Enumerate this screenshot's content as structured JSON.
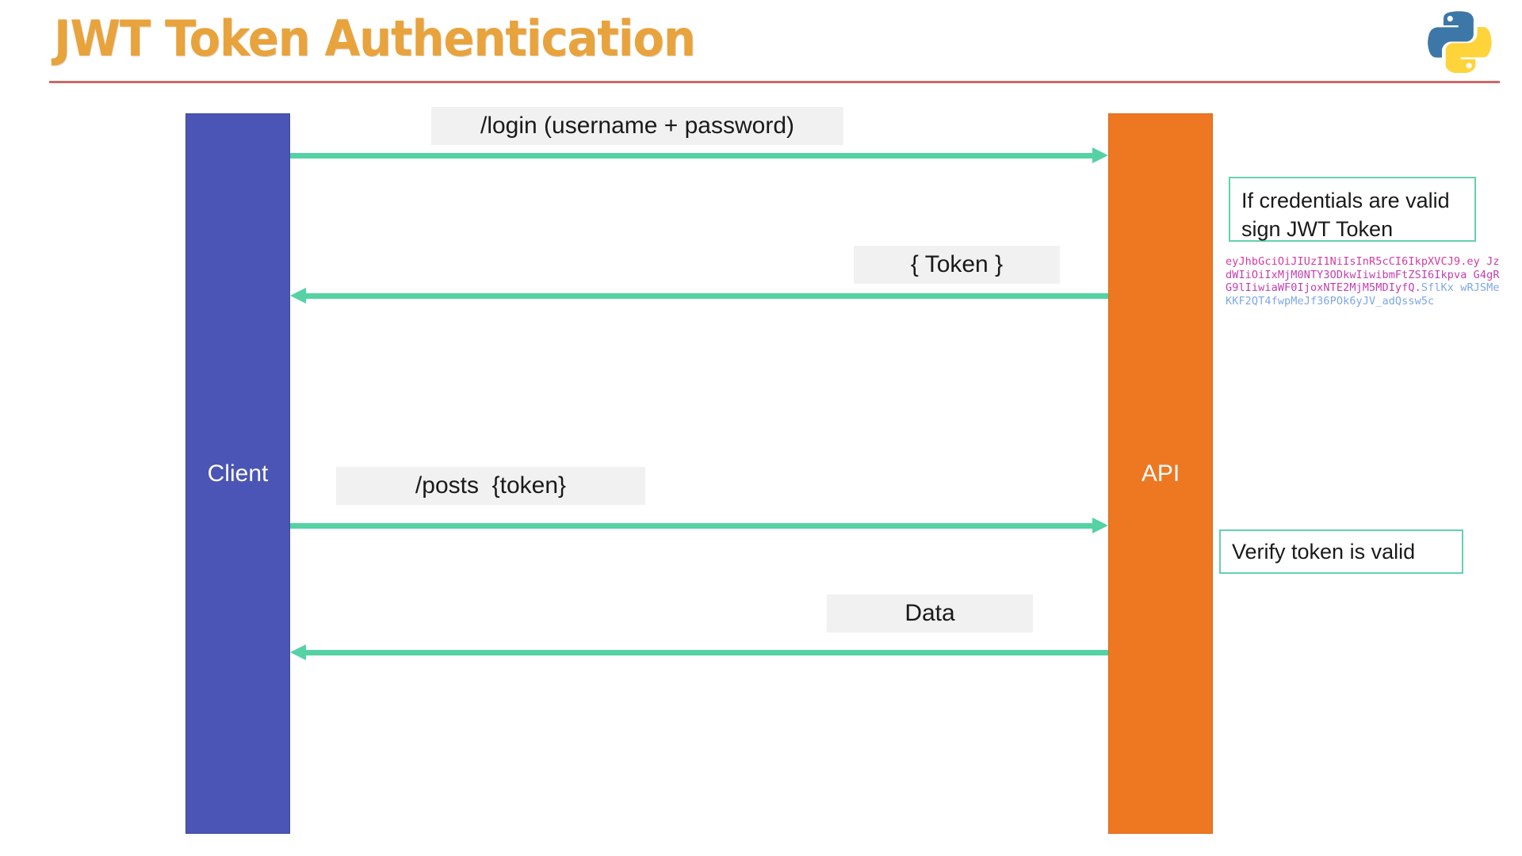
{
  "header": {
    "title": "JWT Token Authentication",
    "logo_icon": "python-logo-icon",
    "title_color": "#E8A33D",
    "rule_color": "#C0504D"
  },
  "diagram": {
    "type": "sequence-diagram",
    "participants": [
      {
        "name": "Client",
        "label": "Client",
        "color": "#4A55B5"
      },
      {
        "name": "API",
        "label": "API",
        "color": "#EE7722"
      }
    ],
    "arrow_color": "#54D2A3",
    "messages": [
      {
        "id": "login-request",
        "label": "/login (username + password)",
        "from": "Client",
        "to": "API",
        "direction": "right"
      },
      {
        "id": "token-response",
        "label": "{ Token }",
        "from": "API",
        "to": "Client",
        "direction": "left"
      },
      {
        "id": "posts-request",
        "label": "/posts  {token}",
        "from": "Client",
        "to": "API",
        "direction": "right"
      },
      {
        "id": "data-response",
        "label": "Data",
        "from": "API",
        "to": "Client",
        "direction": "left"
      }
    ],
    "notes": [
      {
        "id": "sign-token-note",
        "text": "If credentials are valid\nsign JWT Token",
        "border_color": "#64D2AC"
      },
      {
        "id": "verify-token-note",
        "text": "Verify token is valid",
        "border_color": "#64D2AC"
      }
    ]
  },
  "jwt_token": {
    "line1": "eyJhbGciOiJIUzI1NiIsInR5cCI6IkpXVCJ9.ey",
    "line2": "JzdWIiOiIxMjM0NTY3ODkwIiwibmFtZSI6Ikpva",
    "line3_payload": "G4gRG9lIiwiaWF0IjoxNTE2MjM5MDIyfQ.",
    "line3_sig": "SflKx",
    "line4_sig": "wRJSMeKKF2QT4fwpMeJf36POk6yJV_adQssw5c",
    "header_color": "#D63AA0",
    "signature_color": "#7EA6E8"
  }
}
